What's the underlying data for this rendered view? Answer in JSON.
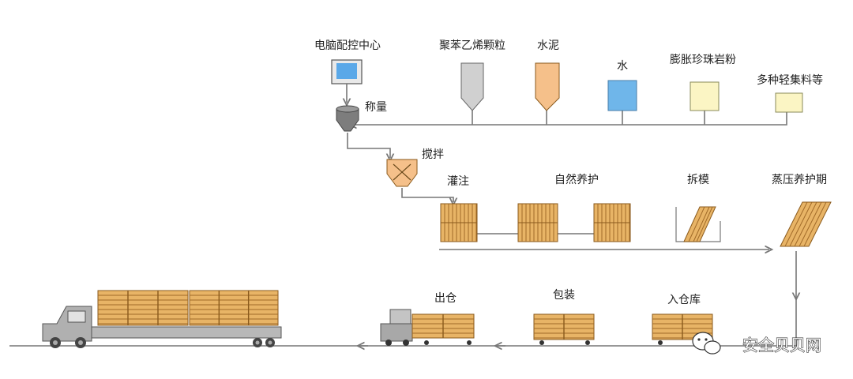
{
  "title": "",
  "labels": {
    "control_center": "电脑配控中心",
    "polystyrene": "聚苯乙烯颗粒",
    "cement": "水泥",
    "water": "水",
    "perlite": "膨胀珍珠岩粉",
    "aggregates": "多种轻集料等",
    "weighing": "称量",
    "mixing": "搅拌",
    "pouring": "灌注",
    "natural_curing": "自然养护",
    "demolding": "拆模",
    "autoclave": "蒸压养护期",
    "storage": "入仓库",
    "packaging": "包装",
    "shipping": "出仓"
  },
  "watermark": "安全贝贝网",
  "colors": {
    "monitor": "#5aa8e8",
    "silo_polystyrene": "#d0d0d0",
    "silo_cement": "#f5c08a",
    "water_tank": "#6fb6ea",
    "perlite_box": "#fbf5c4",
    "aggregate_box": "#fbf5c4",
    "weighing_hopper": "#7d7d7d",
    "mixer": "#f5c08a",
    "wood": "#e8b466",
    "truck": "#a8a8a8"
  },
  "icons": [
    "monitor-icon",
    "silo-icon",
    "tank-icon",
    "hopper-icon",
    "mixer-icon",
    "crate-icon",
    "forklift-icon",
    "truck-icon",
    "wechat-icon"
  ]
}
